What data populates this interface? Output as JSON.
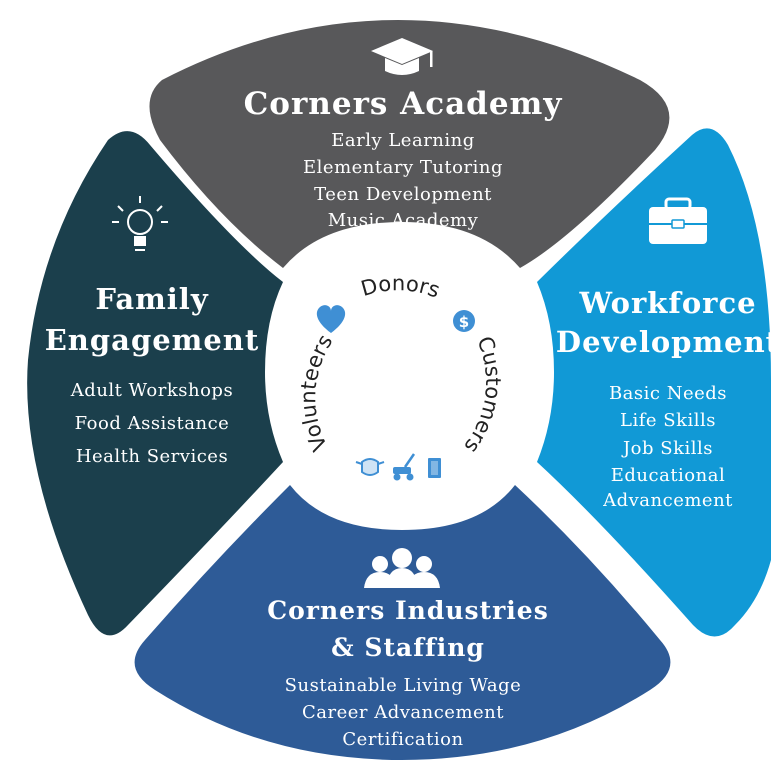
{
  "colors": {
    "academy": "#58585a",
    "family": "#1b3f4c",
    "workforce": "#1199d6",
    "industries": "#2e5b97",
    "center_icons": "#3f8fd4"
  },
  "sections": {
    "academy": {
      "title": "Corners Academy",
      "icon": "graduation-cap-icon",
      "items": [
        "Early Learning",
        "Elementary Tutoring",
        "Teen Development",
        "Music Academy"
      ]
    },
    "family": {
      "title_lines": [
        "Family",
        "Engagement"
      ],
      "icon": "lightbulb-icon",
      "items": [
        "Adult Workshops",
        "Food Assistance",
        "Health Services"
      ]
    },
    "workforce": {
      "title_lines": [
        "Workforce",
        "Development"
      ],
      "icon": "briefcase-icon",
      "items": [
        "Basic Needs",
        "Life Skills",
        "Job Skills",
        "Educational",
        "Advancement"
      ]
    },
    "industries": {
      "title_lines": [
        "Corners Industries",
        "& Staffing"
      ],
      "icon": "people-group-icon",
      "items": [
        "Sustainable Living Wage",
        "Career Advancement",
        "Certification"
      ]
    }
  },
  "center": {
    "labels": {
      "donors": "Donors",
      "customers": "Customers",
      "volunteers": "Volunteers"
    },
    "icons": [
      "heart-icon",
      "dollar-coin-icon",
      "face-mask-icon",
      "lawn-mower-icon",
      "book-icon"
    ]
  }
}
